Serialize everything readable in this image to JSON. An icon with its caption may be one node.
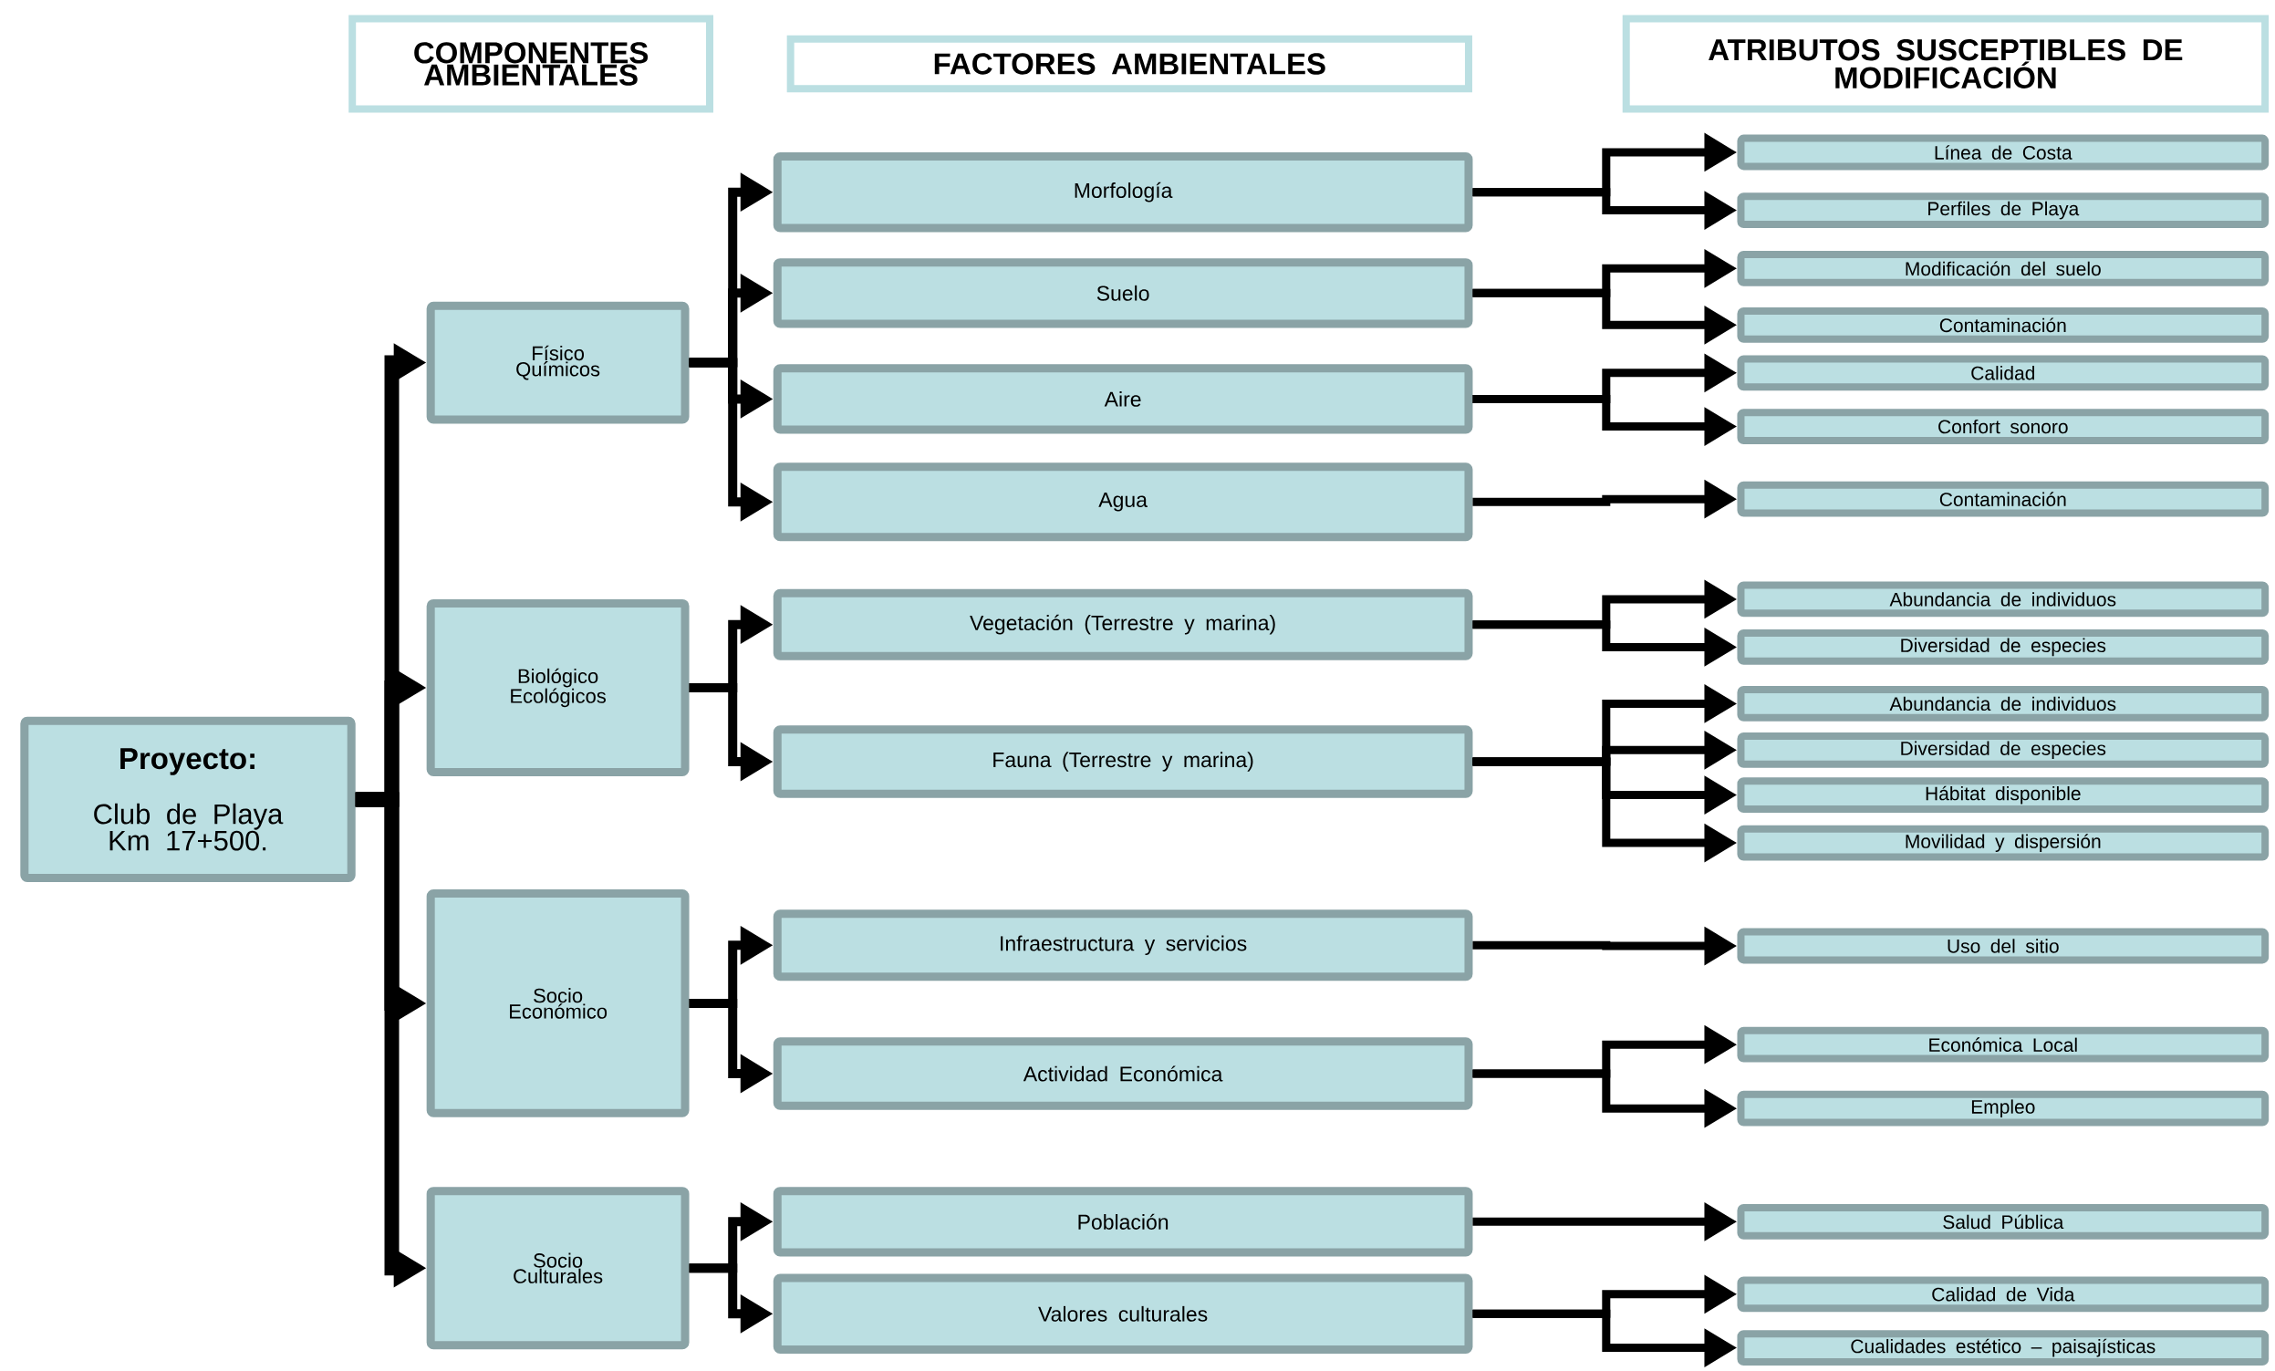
{
  "diagram": {
    "nodes": [
      {
        "text": [
          "COMPONENTES AMBIENTALES"
        ]
      },
      {
        "text": [
          "FACTORES AMBIENTALES"
        ]
      },
      {
        "text": [
          "ATRIBUTOS SUSCEPTIBLES DE MODIFICACIÓN"
        ]
      },
      {
        "text": [
          "Proyecto:",
          "Club de Playa Km 17+500."
        ]
      },
      {
        "text": [
          "Físico Químicos"
        ]
      },
      {
        "text": [
          "Biológico Ecológicos"
        ]
      },
      {
        "text": [
          "Socio Económico"
        ]
      },
      {
        "text": [
          "Socio Culturales"
        ]
      },
      {
        "text": [
          "Morfología"
        ]
      },
      {
        "text": [
          "Suelo"
        ]
      },
      {
        "text": [
          "Aire"
        ]
      },
      {
        "text": [
          "Agua"
        ]
      },
      {
        "text": [
          "Vegetación (Terrestre y marina)"
        ]
      },
      {
        "text": [
          "Fauna (Terrestre y marina)"
        ]
      },
      {
        "text": [
          "Infraestructura y servicios"
        ]
      },
      {
        "text": [
          "Actividad Económica"
        ]
      },
      {
        "text": [
          "Población"
        ]
      },
      {
        "text": [
          "Valores culturales"
        ]
      },
      {
        "text": [
          "Línea de Costa"
        ]
      },
      {
        "text": [
          "Perfiles de Playa"
        ]
      },
      {
        "text": [
          "Modificación del suelo"
        ]
      },
      {
        "text": [
          "Contaminación"
        ]
      },
      {
        "text": [
          "Calidad"
        ]
      },
      {
        "text": [
          "Confort sonoro"
        ]
      },
      {
        "text": [
          "Contaminación"
        ]
      },
      {
        "text": [
          "Abundancia de individuos"
        ]
      },
      {
        "text": [
          "Diversidad de especies"
        ]
      },
      {
        "text": [
          "Abundancia de individuos"
        ]
      },
      {
        "text": [
          "Diversidad de especies"
        ]
      },
      {
        "text": [
          "Hábitat disponible"
        ]
      },
      {
        "text": [
          "Movilidad y dispersión"
        ]
      },
      {
        "text": [
          "Uso del sitio"
        ]
      },
      {
        "text": [
          "Económica Local"
        ]
      },
      {
        "text": [
          "Empleo"
        ]
      },
      {
        "text": [
          "Salud Pública"
        ]
      },
      {
        "text": [
          "Calidad de Vida"
        ]
      },
      {
        "text": [
          "Cualidades estético – paisajísticas"
        ]
      }
    ],
    "edges": [
      {
        "from": 3,
        "to": 4,
        "arrow": "to"
      },
      {
        "from": 3,
        "to": 5,
        "arrow": "to"
      },
      {
        "from": 3,
        "to": 6,
        "arrow": "to"
      },
      {
        "from": 3,
        "to": 7,
        "arrow": "to"
      },
      {
        "from": 4,
        "to": 8,
        "arrow": "to"
      },
      {
        "from": 4,
        "to": 9,
        "arrow": "to"
      },
      {
        "from": 4,
        "to": 10,
        "arrow": "to"
      },
      {
        "from": 4,
        "to": 11,
        "arrow": "to"
      },
      {
        "from": 5,
        "to": 12,
        "arrow": "to"
      },
      {
        "from": 5,
        "to": 13,
        "arrow": "to"
      },
      {
        "from": 6,
        "to": 14,
        "arrow": "to"
      },
      {
        "from": 6,
        "to": 15,
        "arrow": "to"
      },
      {
        "from": 7,
        "to": 16,
        "arrow": "to"
      },
      {
        "from": 7,
        "to": 17,
        "arrow": "to"
      },
      {
        "from": 8,
        "to": 18,
        "arrow": "to"
      },
      {
        "from": 8,
        "to": 19,
        "arrow": "to"
      },
      {
        "from": 9,
        "to": 20,
        "arrow": "to"
      },
      {
        "from": 9,
        "to": 21,
        "arrow": "to"
      },
      {
        "from": 10,
        "to": 22,
        "arrow": "to"
      },
      {
        "from": 10,
        "to": 23,
        "arrow": "to"
      },
      {
        "from": 11,
        "to": 24,
        "arrow": "to"
      },
      {
        "from": 12,
        "to": 25,
        "arrow": "to"
      },
      {
        "from": 12,
        "to": 26,
        "arrow": "to"
      },
      {
        "from": 13,
        "to": 27,
        "arrow": "to"
      },
      {
        "from": 13,
        "to": 28,
        "arrow": "to"
      },
      {
        "from": 13,
        "to": 29,
        "arrow": "to"
      },
      {
        "from": 13,
        "to": 30,
        "arrow": "to"
      },
      {
        "from": 14,
        "to": 31,
        "arrow": "to"
      },
      {
        "from": 15,
        "to": 32,
        "arrow": "to"
      },
      {
        "from": 15,
        "to": 33,
        "arrow": "to"
      },
      {
        "from": 16,
        "to": 34,
        "arrow": "to"
      },
      {
        "from": 17,
        "to": 35,
        "arrow": "to"
      },
      {
        "from": 17,
        "to": 36,
        "arrow": "to"
      }
    ]
  }
}
